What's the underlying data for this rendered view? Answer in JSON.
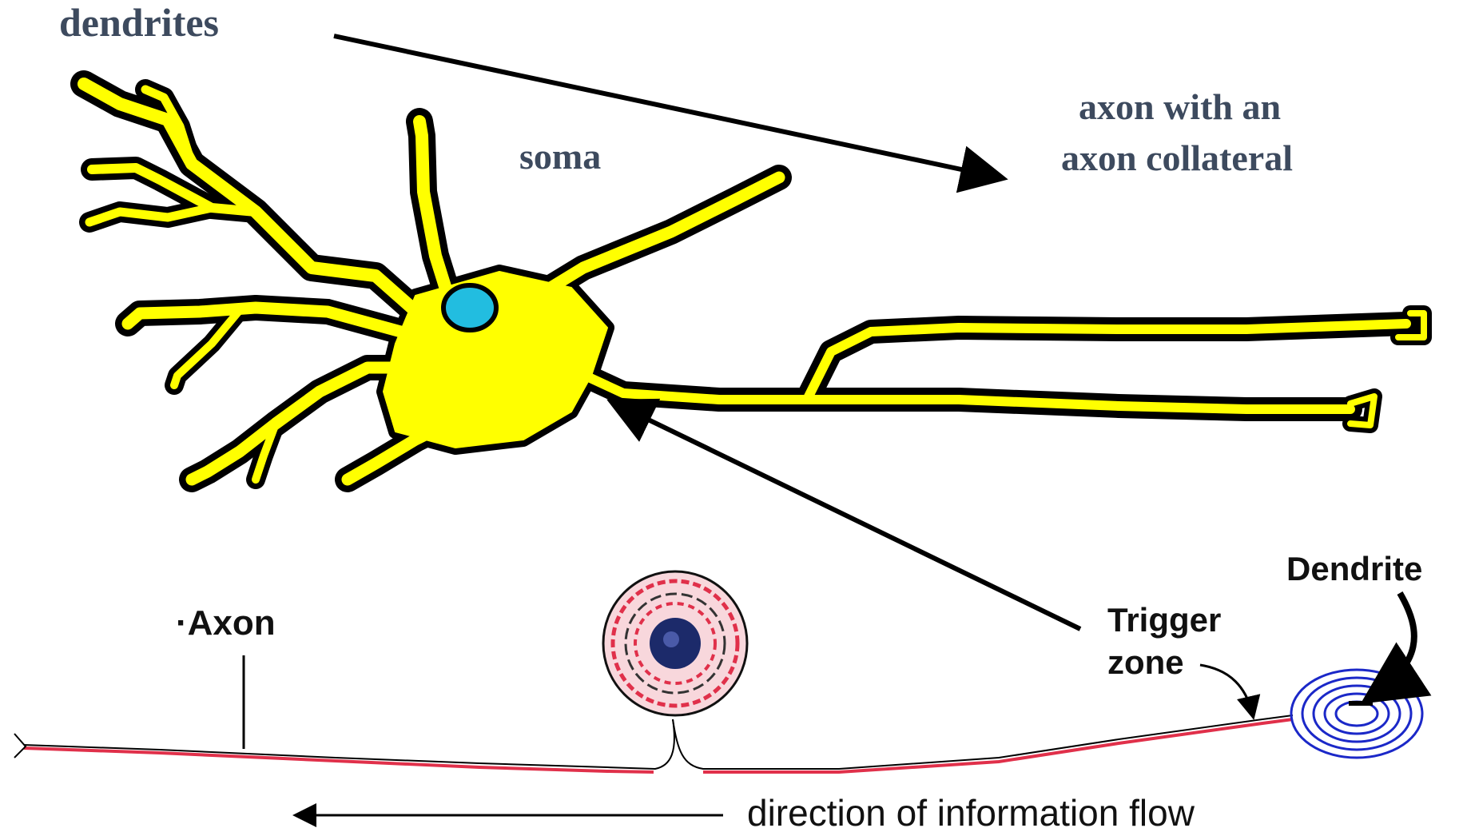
{
  "labels": {
    "dendrites": "dendrites",
    "soma": "soma",
    "axon_collateral_line1": "axon with an",
    "axon_collateral_line2": "axon collateral",
    "axon": "Axon",
    "trigger_line1": "Trigger",
    "trigger_line2": "zone",
    "dendrite": "Dendrite",
    "flow": "direction of information flow"
  },
  "colors": {
    "neuron_fill": "#ffff00",
    "neuron_outline": "#000000",
    "nucleus": "#22bde0",
    "label_text": "#3d4a5e",
    "myelin_red": "#e0304a",
    "soma_core": "#1c2a6a",
    "dendrite_coil": "#1b28c8"
  }
}
